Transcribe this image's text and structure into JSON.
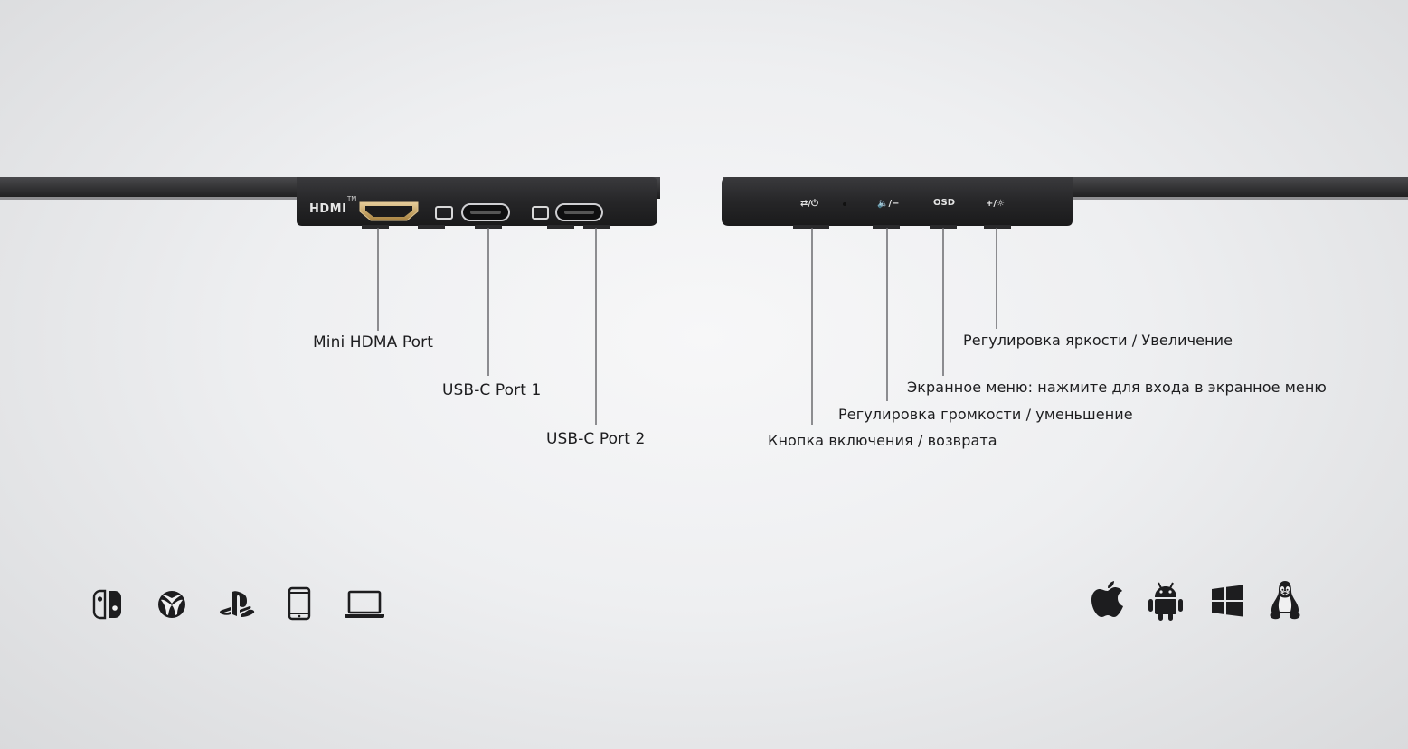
{
  "left_panel": {
    "port_labels": {
      "hdmi": "Mini HDMA Port",
      "usbc1": "USB-C Port 1",
      "usbc2": "USB-C Port 2"
    },
    "hdmi_logo": "HDMI",
    "hdmi_tm": "TM"
  },
  "right_panel": {
    "button_markings": {
      "power": "⇄/⏻",
      "volume": "🔈/−",
      "osd": "OSD",
      "brightness": "+/☼"
    },
    "button_labels": {
      "brightness": "Регулировка яркости / Увеличение",
      "osd": "Экранное меню: нажмите для входа в экранное меню",
      "volume": "Регулировка громкости / уменьшение",
      "power": "Кнопка включения / возврата"
    }
  },
  "device_icons": [
    "switch-icon",
    "xbox-icon",
    "playstation-icon",
    "phone-icon",
    "laptop-icon"
  ],
  "os_icons": [
    "apple-icon",
    "android-icon",
    "windows-icon",
    "linux-icon"
  ],
  "colors": {
    "device_body": "#2a2a2c",
    "leader_line": "#6b6b6e",
    "hdmi_gold": "#c9a46a",
    "text": "#1d1d1f"
  }
}
